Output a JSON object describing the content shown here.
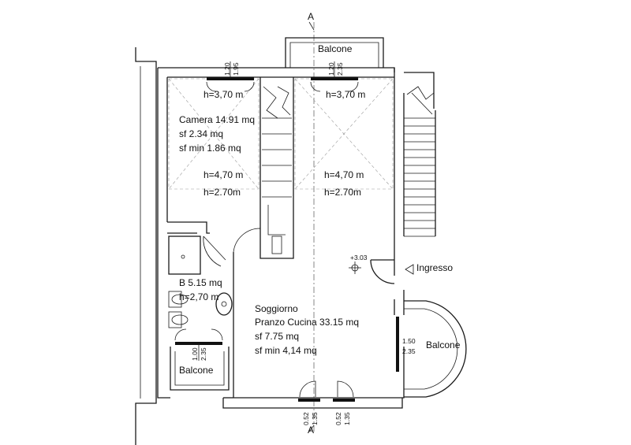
{
  "section_marks": {
    "top": "A",
    "bottom": "A"
  },
  "rooms": {
    "balcone_top": "Balcone",
    "camera": [
      "Camera 14.91 mq",
      "sf 2.34 mq",
      "sf min 1.86 mq"
    ],
    "camera_heights": [
      "h=4,70 m",
      "h=2.70m"
    ],
    "soggiorno_heights": [
      "h=4,70 m",
      "h=2.70m"
    ],
    "h_top_left": "h=3,70 m",
    "h_top_right": "h=3,70 m",
    "bagno": [
      "B 5.15 mq",
      "h=2,70 m"
    ],
    "balcone_bagno": "Balcone",
    "soggiorno": [
      "Soggiorno",
      "Pranzo Cucina 33.15 mq",
      "sf 7.75 mq",
      "sf min 4,14 mq"
    ],
    "ingresso": "Ingresso",
    "quota": "+3.03",
    "balcone_right": "Balcone"
  },
  "window_dims": {
    "w_top_left": [
      "1.20",
      "1.95"
    ],
    "w_top_mid": [
      "1.20",
      "2.35"
    ],
    "w_bagno": [
      "1.00",
      "2.35"
    ],
    "w_right": [
      "1.50",
      "2.35"
    ],
    "w_bottom_left": [
      "0.52",
      "1.35"
    ],
    "w_bottom_right": [
      "0.52",
      "1.35"
    ]
  }
}
